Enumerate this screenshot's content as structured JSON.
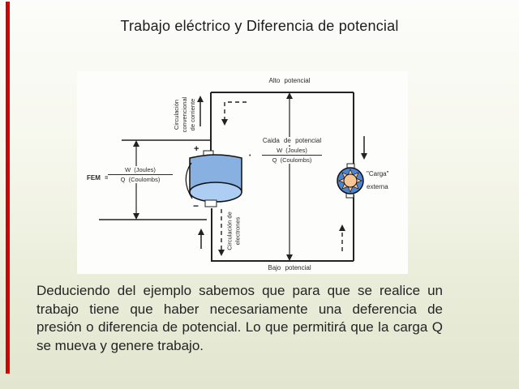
{
  "slide": {
    "title": "Trabajo eléctrico y Diferencia de potencial",
    "accent_color": "#d40000",
    "body_text": "Deduciendo del ejemplo sabemos que para que se realice un trabajo tiene que haber necesariamente una deferencia de presión o diferencia de potencial. Lo que permitirá que la carga Q se mueva y genere trabajo."
  },
  "diagram": {
    "labels": {
      "alto": "Alto potencial",
      "bajo": "Bajo potencial",
      "caida_title": "Caida de potencial",
      "caida_num": "W (Joules)",
      "caida_den": "Q (Coulombs)",
      "dot": "•",
      "fem": "FEM =",
      "fem_num": "W (Joules)",
      "fem_den": "Q (Coulombs)",
      "conv_line1": "Circulación",
      "conv_line2": "convencional",
      "conv_line3": "de corriente",
      "elec_line1": "Circulación de",
      "elec_line2": "electrones",
      "carga_line1": "\"Carga\"",
      "carga_line2": "externa",
      "plus": "+",
      "minus": "−"
    },
    "colors": {
      "ink": "#222222",
      "battery_body": "#88b0e0",
      "battery_cap": "#aecdf2",
      "lamp_ring": "#4f84d4",
      "lamp_center": "#f6c795"
    }
  }
}
